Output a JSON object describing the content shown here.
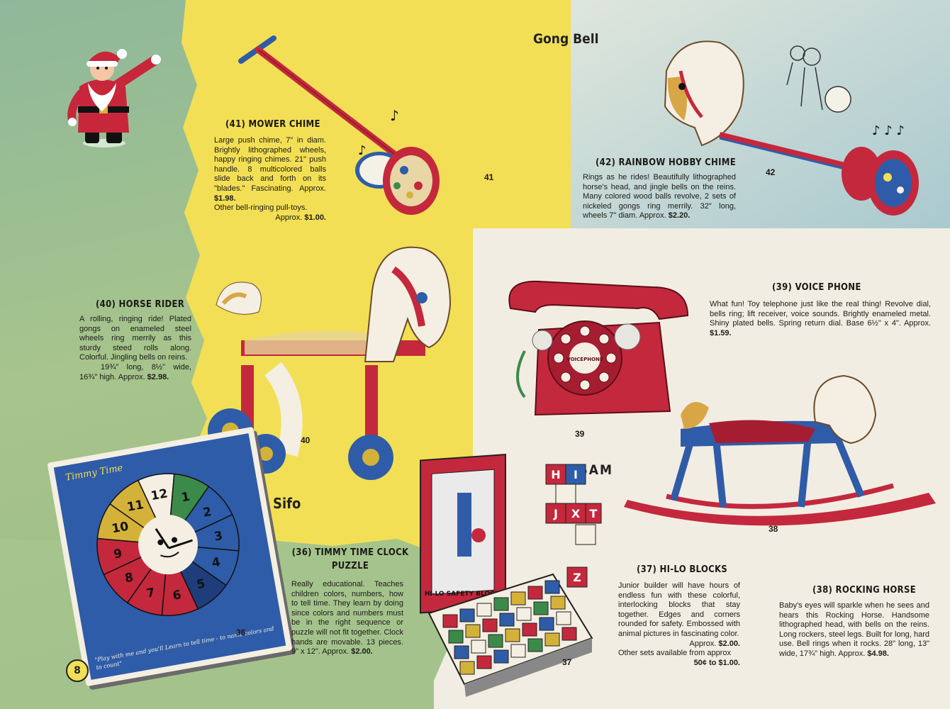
{
  "brands": {
    "gong_bell": "Gong Bell",
    "sifo": "Sifo",
    "halsam": "HALSAM"
  },
  "page_number": "8",
  "items": {
    "mower": {
      "title": "(41) MOWER CHIME",
      "body": "Large push chime, 7\" in diam. Brightly lithographed wheels, happy ringing chimes. 21\" push handle. 8 multicolored balls slide back and forth on its \"blades.\" Fascinating. Approx.",
      "price": "$1.98.",
      "extra": "Other bell-ringing pull-toys.",
      "extra_approx": "Approx.",
      "extra_price": "$1.00.",
      "num": "41"
    },
    "hobby": {
      "title": "(42) RAINBOW HOBBY CHIME",
      "body": "Rings as he rides! Beautifully lithographed horse's head, and jingle bells on the reins. Many colored wood balls revolve, 2 sets of nickeled gongs ring merrily. 32\" long, wheels 7\" diam. Approx.",
      "price": "$2.20.",
      "num": "42"
    },
    "horse_rider": {
      "title": "(40) HORSE RIDER",
      "body": "A rolling, ringing ride! Plated gongs on enameled steel wheels ring merrily as this sturdy steed rolls along. Colorful. Jingling bells on reins.",
      "dims": "19¾\" long, 8½\" wide, 16¾\" high. Approx.",
      "price": "$2.98.",
      "num": "40"
    },
    "phone": {
      "title": "(39) VOICE PHONE",
      "body": "What fun! Toy telephone just like the real thing! Revolve dial, bells ring; lift receiver, voice sounds. Brightly enameled metal. Shiny plated bells. Spring return dial. Base 6½\" x 4\". Approx.",
      "price": "$1.59.",
      "num": "39"
    },
    "rocking": {
      "title": "(38) ROCKING HORSE",
      "body": "Baby's eyes will sparkle when he sees and hears this Rocking Horse. Handsome lithographed head, with bells on the reins. Long rockers, steel legs. Built for long, hard use. Bell rings when it rocks. 28\" long, 13\" wide, 17¾\" high. Approx.",
      "price": "$4.98.",
      "num": "38"
    },
    "clock": {
      "title_line1": "(36) TIMMY TIME CLOCK",
      "title_line2": "PUZZLE",
      "body": "Really educational. Teaches children colors, numbers, how to tell time. They learn by doing since colors and numbers must be in the right sequence or puzzle will not fit together. Clock hands are movable. 13 pieces. 9\" x 12\". Approx.",
      "price": "$2.00.",
      "num": "36"
    },
    "blocks": {
      "title": "(37) HI-LO BLOCKS",
      "body": "Junior builder will have hours of endless fun with these colorful, interlocking blocks that stay together. Edges and corners rounded for safety. Embossed with animal pictures in fascinating color.",
      "approx": "Approx.",
      "price": "$2.00.",
      "extra": "Other sets available from approx",
      "extra_price": "50¢ to $1.00.",
      "num": "37"
    }
  },
  "puzzle_box": {
    "brand": "Timmy Time",
    "tagline": "\"Play with me and you'll Learn to tell time - to name colors and to count\"",
    "clock_numbers": [
      "12",
      "1",
      "2",
      "3",
      "4",
      "5",
      "6",
      "7",
      "8",
      "9",
      "10",
      "11"
    ]
  },
  "blocks_box_label": "HI-LO SAFETY BLOCKS",
  "block_letters": [
    "H",
    "I",
    "J",
    "X",
    "T",
    "Z"
  ],
  "phone_dial_label": "VOICEPHONE",
  "colors": {
    "green_bg": "#9fbf8c",
    "yellow_bg": "#f3e25a",
    "cream_bg": "#f1ece0",
    "toy_red": "#c4283c",
    "toy_blue": "#2f5ca8"
  }
}
